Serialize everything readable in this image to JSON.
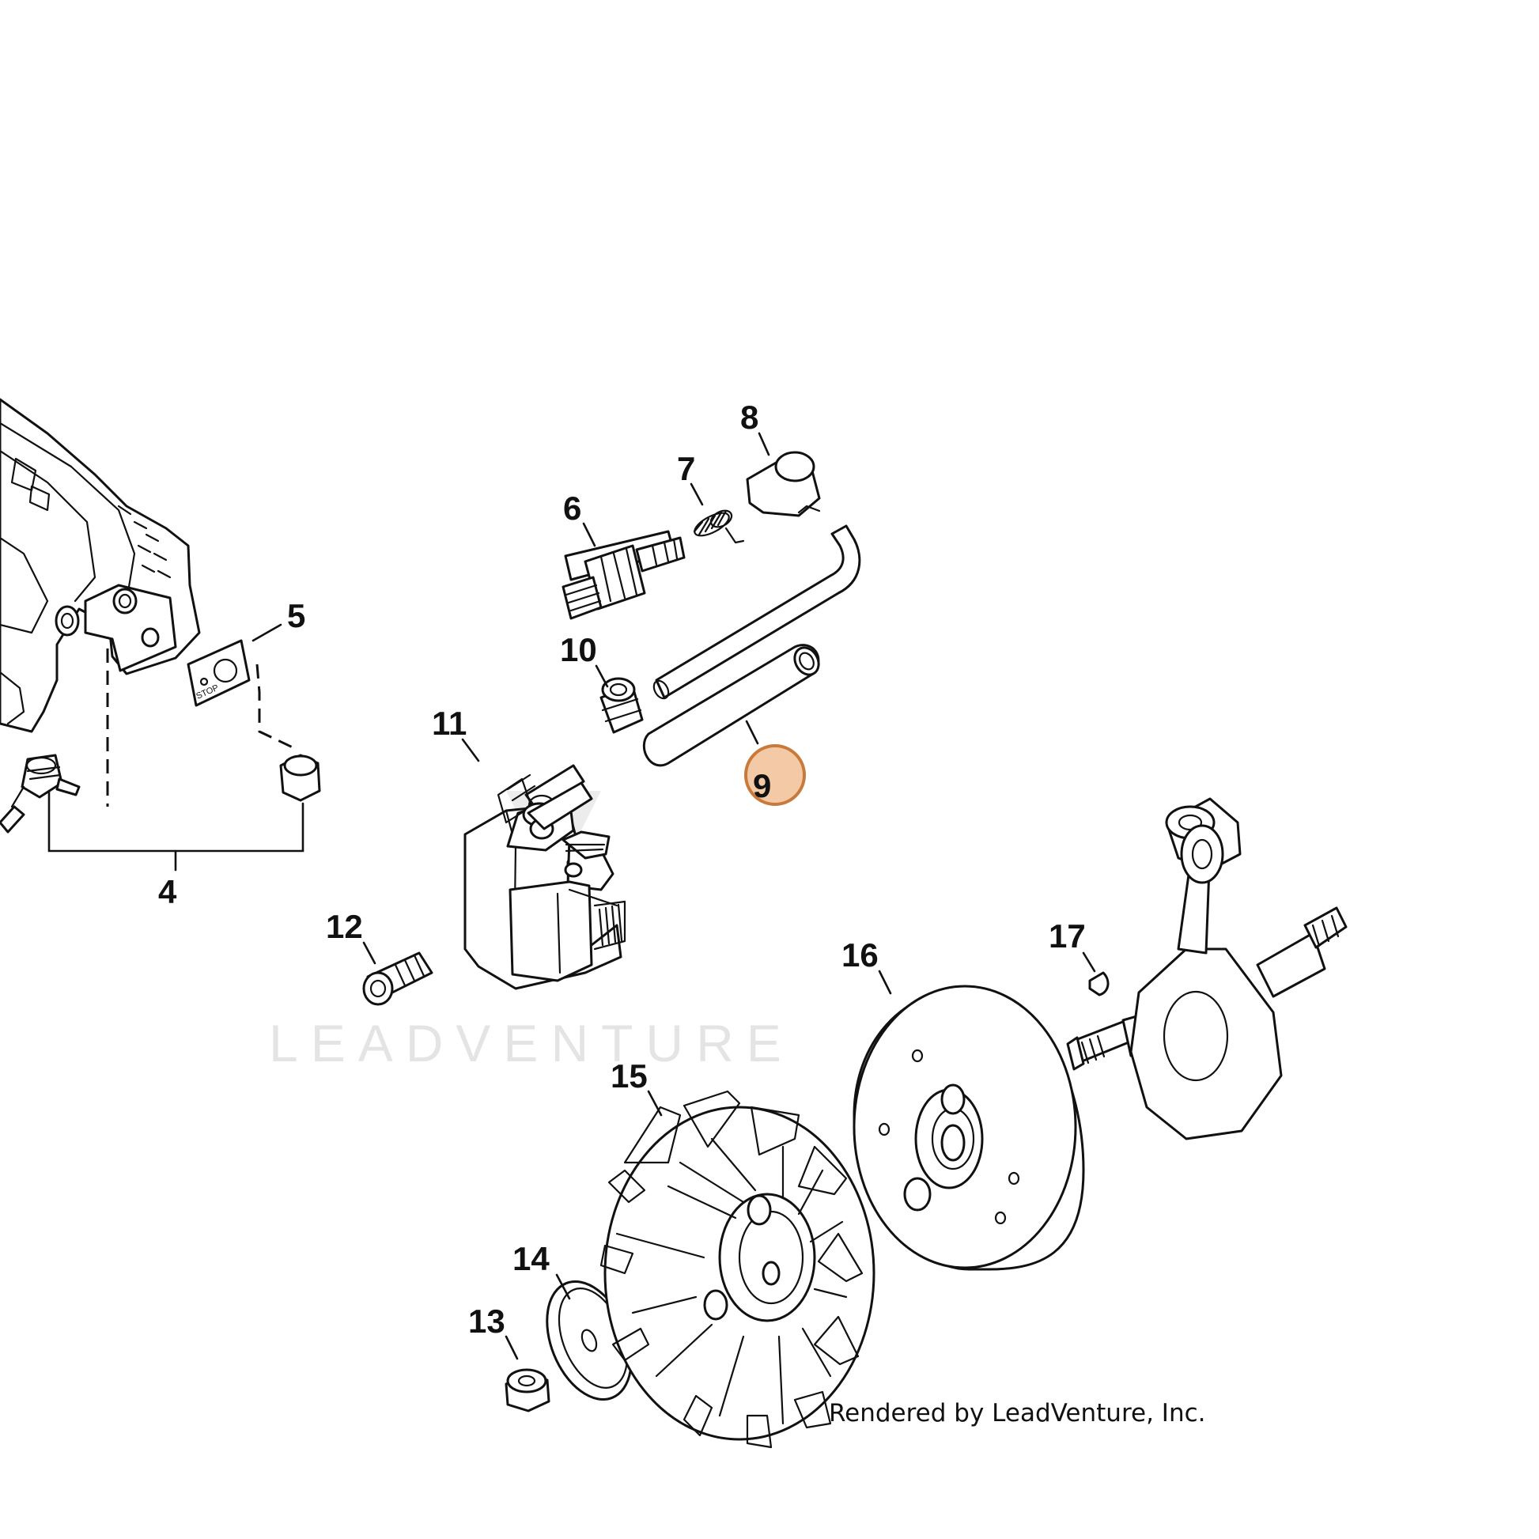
{
  "diagram": {
    "callouts": [
      {
        "id": "4",
        "label": "4"
      },
      {
        "id": "5",
        "label": "5"
      },
      {
        "id": "6",
        "label": "6"
      },
      {
        "id": "7",
        "label": "7"
      },
      {
        "id": "8",
        "label": "8"
      },
      {
        "id": "9",
        "label": "9",
        "highlighted": true
      },
      {
        "id": "10",
        "label": "10"
      },
      {
        "id": "11",
        "label": "11"
      },
      {
        "id": "12",
        "label": "12"
      },
      {
        "id": "13",
        "label": "13"
      },
      {
        "id": "14",
        "label": "14"
      },
      {
        "id": "15",
        "label": "15"
      },
      {
        "id": "16",
        "label": "16"
      },
      {
        "id": "17",
        "label": "17"
      }
    ],
    "stop_plate_text": "STOP",
    "watermark": "LEADVENTURE",
    "credit": "Rendered by LeadVenture, Inc.",
    "colors": {
      "line": "#111111",
      "highlight_fill": "#f3c9a6",
      "highlight_stroke": "#c97a3a",
      "watermark": "#cfcfcf"
    }
  }
}
